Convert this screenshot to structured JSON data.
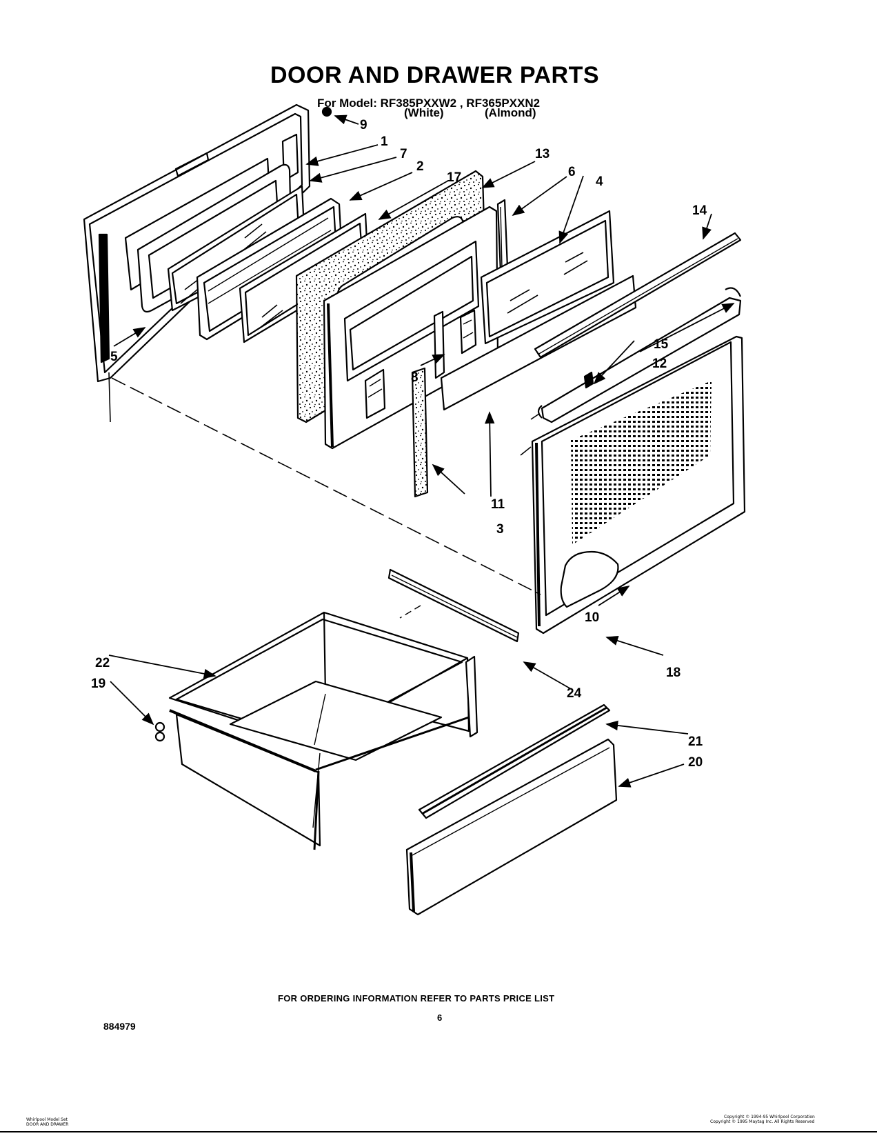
{
  "title": "DOOR AND DRAWER PARTS",
  "model_line": "For Model: RF385PXXW2 , RF365PXXN2",
  "variants": [
    "(White)",
    "(Almond)"
  ],
  "callouts": {
    "c1": "1",
    "c2": "2",
    "c3": "3",
    "c4": "4",
    "c5": "5",
    "c6": "6",
    "c7": "7",
    "c8": "8",
    "c9": "9",
    "c10": "10",
    "c11": "11",
    "c12": "12",
    "c13": "13",
    "c14": "14",
    "c15": "15",
    "c17": "17",
    "c18": "18",
    "c19": "19",
    "c20": "20",
    "c21": "21",
    "c22": "22",
    "c24": "24"
  },
  "footer_note": "FOR ORDERING INFORMATION REFER TO PARTS PRICE LIST",
  "page_number": "6",
  "document_number": "884979",
  "footer_left": [
    "Whirlpool Model Set",
    "DOOR AND DRAWER"
  ],
  "footer_right": [
    "Copyright © 1994-95 Whirlpool Corporation",
    "Copyright © 1995 Maytag Inc. All Rights Reserved"
  ]
}
